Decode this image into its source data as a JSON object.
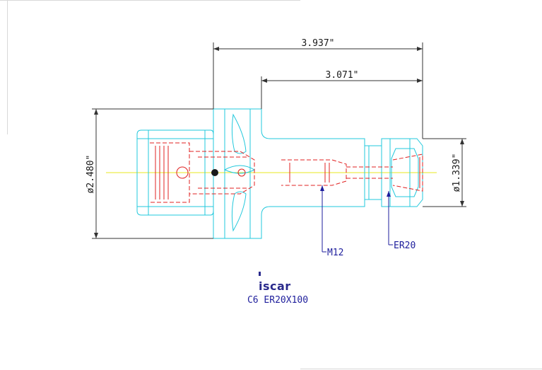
{
  "colors": {
    "outline": "#22c8dc",
    "hidden": "#e02020",
    "centerline": "#e8e820",
    "dimension": "#333333",
    "callout": "#1e1e9c",
    "logo": "#2a2a8c"
  },
  "dimensions": {
    "overall_length": "3.937\"",
    "gauge_length": "3.071\"",
    "flange_diameter": "ø2.480\"",
    "nose_diameter": "ø1.339\""
  },
  "callouts": {
    "thread": "M12",
    "collet": "ER20"
  },
  "title_block": {
    "logo_text": "iscar",
    "part_number": "C6 ER20X100"
  }
}
